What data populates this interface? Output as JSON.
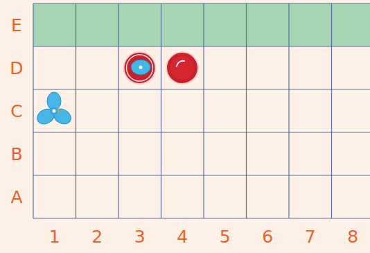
{
  "diagram": {
    "labels": [
      "E",
      "D",
      "C",
      "B",
      "A",
      "1",
      "2",
      "3",
      "4",
      "5",
      "6",
      "7",
      "8"
    ]
  }
}
